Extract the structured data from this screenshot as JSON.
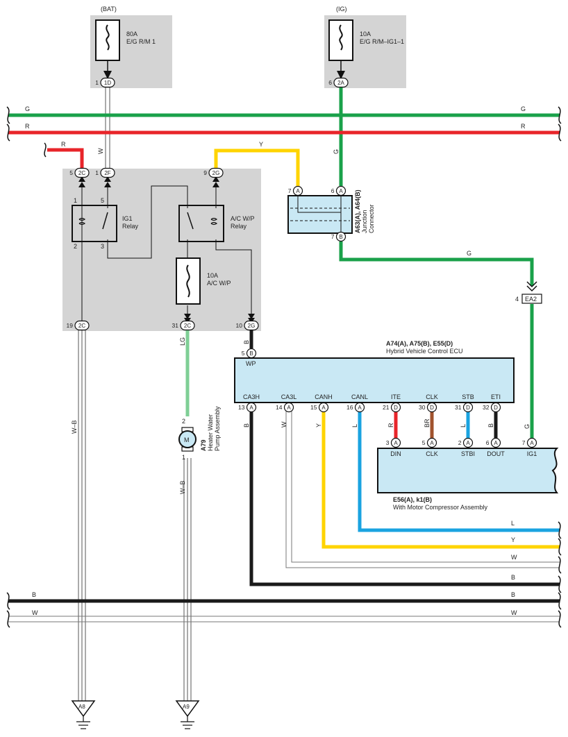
{
  "fuse_bat": {
    "tag": "(BAT)",
    "rating": "80A",
    "name": "E/G R/M 1",
    "pin_num": "1",
    "pin_id": "1D"
  },
  "fuse_ig": {
    "tag": "(IG)",
    "rating": "10A",
    "name": "E/G R/M–IG1–1",
    "pin_num": "6",
    "pin_id": "2A"
  },
  "bus_top": {
    "g_left": "G",
    "g_right": "G",
    "r_left": "R",
    "r_right": "R"
  },
  "bus_bottom": {
    "b_left": "B",
    "b_right": "B",
    "w_left": "W",
    "w_right": "W"
  },
  "relay_box": {
    "ig1_relay": {
      "name": "IG1",
      "sub": "Relay",
      "p1": "1",
      "p5": "5",
      "p2": "2",
      "p3": "3"
    },
    "acwp_relay": {
      "name": "A/C W/P",
      "sub": "Relay"
    },
    "fuse_acwp": {
      "rating": "10A",
      "name": "A/C W/P"
    },
    "top_pins": [
      {
        "num": "5",
        "id": "2C"
      },
      {
        "num": "1",
        "id": "2F"
      },
      {
        "num": "9",
        "id": "2G"
      }
    ],
    "bottom_pins": [
      {
        "num": "19",
        "id": "2C"
      },
      {
        "num": "31",
        "id": "2C"
      },
      {
        "num": "10",
        "id": "2G"
      }
    ]
  },
  "wires": {
    "r_stub": "R",
    "w_from_bat": "W",
    "y_top": "Y",
    "g_vertical": "G",
    "g_to_ea2": "G",
    "wb_1": "W–B",
    "lg": "LG",
    "wb_2": "W–B",
    "b_wp": "B",
    "g_ig1": "G"
  },
  "junction": {
    "title": "A63(A), A64(B)",
    "sub1": "Junction",
    "sub2": "Connector",
    "pins": [
      {
        "num": "7",
        "id": "A"
      },
      {
        "num": "6",
        "id": "A"
      },
      {
        "num": "7",
        "id": "B"
      }
    ]
  },
  "ea2": {
    "num": "4",
    "id": "EA2"
  },
  "ecu": {
    "title": "A74(A), A75(B), E55(D)",
    "name": "Hybrid Vehicle Control ECU",
    "wp_label": "WP",
    "wp_pin": {
      "num": "5",
      "id": "B"
    },
    "terminals": [
      {
        "name": "CA3H",
        "num": "13",
        "id": "A",
        "wire": "B"
      },
      {
        "name": "CA3L",
        "num": "14",
        "id": "A",
        "wire": "W"
      },
      {
        "name": "CANH",
        "num": "15",
        "id": "A",
        "wire": "Y"
      },
      {
        "name": "CANL",
        "num": "16",
        "id": "A",
        "wire": "L"
      },
      {
        "name": "ITE",
        "num": "21",
        "id": "D",
        "wire": "R"
      },
      {
        "name": "CLK",
        "num": "30",
        "id": "D",
        "wire": "BR"
      },
      {
        "name": "STB",
        "num": "31",
        "id": "D",
        "wire": "L"
      },
      {
        "name": "ETI",
        "num": "32",
        "id": "D",
        "wire": "B"
      }
    ]
  },
  "compressor": {
    "title": "E56(A), k1(B)",
    "name": "With Motor Compressor Assembly",
    "terminals": [
      {
        "name": "DIN",
        "num": "3",
        "id": "A"
      },
      {
        "name": "CLK",
        "num": "5",
        "id": "A"
      },
      {
        "name": "STBI",
        "num": "2",
        "id": "A"
      },
      {
        "name": "DOUT",
        "num": "6",
        "id": "A"
      },
      {
        "name": "IG1",
        "num": "7",
        "id": "A"
      }
    ]
  },
  "pump": {
    "code": "A79",
    "name1": "Heater Water",
    "name2": "Pump Assembly",
    "symbol": "M",
    "pin_top": "2",
    "pin_bottom": "1"
  },
  "right_wires": {
    "l": "L",
    "y": "Y",
    "w": "W",
    "b": "B"
  },
  "grounds": {
    "a8": "A8",
    "a9": "A9"
  },
  "colors": {
    "green": "#1aa14a",
    "red": "#e8252a",
    "yellow": "#ffd400",
    "blue": "#1aa3e0",
    "brown": "#a0522d",
    "black": "#1a1a1a",
    "light_green": "#7fcf96",
    "grey_box": "#d4d4d4",
    "ecu_fill": "#c9e8f4"
  }
}
